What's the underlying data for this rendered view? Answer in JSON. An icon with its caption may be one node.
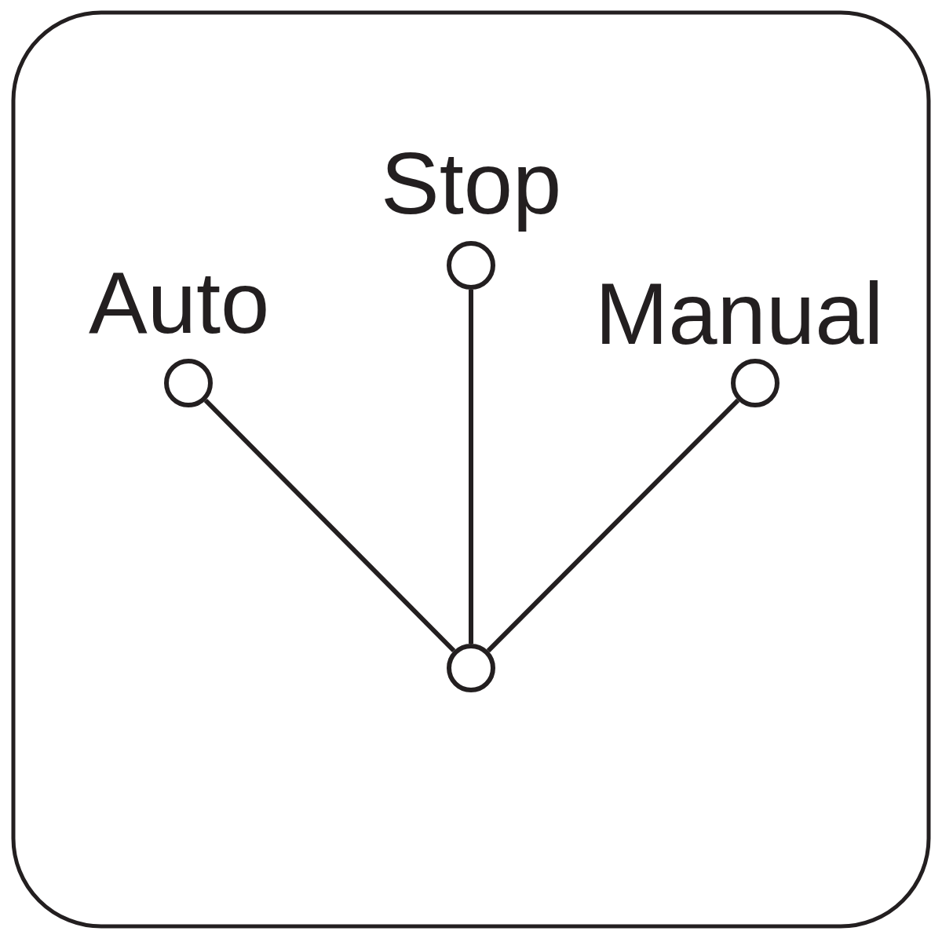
{
  "diagram": {
    "nodes": [
      {
        "text": [],
        "shape": "circle",
        "beside": [
          "Stop"
        ]
      },
      {
        "text": [],
        "shape": "circle",
        "beside": [
          "Auto"
        ]
      },
      {
        "text": [],
        "shape": "circle",
        "beside": [
          "Manual"
        ]
      },
      {
        "text": [],
        "shape": "circle"
      }
    ],
    "edges": [
      {
        "from": 3,
        "to": 0,
        "arrow": "none"
      },
      {
        "from": 3,
        "to": 1,
        "arrow": "none"
      },
      {
        "from": 3,
        "to": 2,
        "arrow": "none"
      }
    ]
  }
}
